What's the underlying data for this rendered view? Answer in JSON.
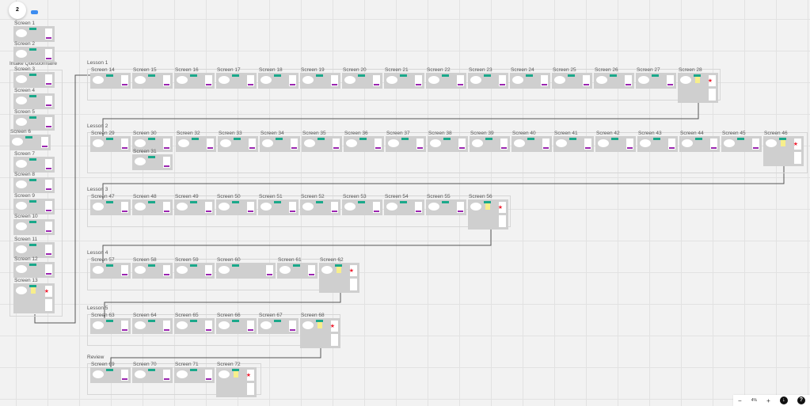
{
  "board": {
    "presence_count": "2",
    "left_column": {
      "group_label": "Intake Questionnaire",
      "screens": [
        "Screen 1",
        "Screen 2",
        "Screen 3",
        "Screen 4",
        "Screen 5",
        "Screen 6",
        "Screen 7",
        "Screen 8",
        "Screen 9",
        "Screen 10",
        "Screen 11",
        "Screen 12",
        "Screen 13"
      ]
    },
    "lessons": [
      {
        "label": "Lesson 1",
        "screens": [
          "Screen 14",
          "Screen 15",
          "Screen 16",
          "Screen 17",
          "Screen 18",
          "Screen 19",
          "Screen 20",
          "Screen 21",
          "Screen 22",
          "Screen 23",
          "Screen 24",
          "Screen 25",
          "Screen 26",
          "Screen 27",
          "Screen 28"
        ]
      },
      {
        "label": "Lesson 2",
        "screens": [
          "Screen 29",
          "Screen 30",
          "Screen 32",
          "Screen 33",
          "Screen 34",
          "Screen 35",
          "Screen 36",
          "Screen 37",
          "Screen 38",
          "Screen 39",
          "Screen 40",
          "Screen 41",
          "Screen 42",
          "Screen 43",
          "Screen 44",
          "Screen 45",
          "Screen 46"
        ],
        "extra": "Screen 31"
      },
      {
        "label": "Lesson 3",
        "screens": [
          "Screen 47",
          "Screen 48",
          "Screen 49",
          "Screen 50",
          "Screen 51",
          "Screen 52",
          "Screen 53",
          "Screen 54",
          "Screen 55",
          "Screen 56"
        ]
      },
      {
        "label": "Lesson 4",
        "screens": [
          "Screen 57",
          "Screen 58",
          "Screen 59",
          "Screen 60",
          "Screen 61",
          "Screen 62"
        ]
      },
      {
        "label": "Lesson 5",
        "screens": [
          "Screen 63",
          "Screen 64",
          "Screen 65",
          "Screen 66",
          "Screen 67",
          "Screen 68"
        ]
      },
      {
        "label": "Review",
        "screens": [
          "Screen 69",
          "Screen 70",
          "Screen 71",
          "Screen 72"
        ]
      }
    ]
  },
  "zoom_controls": {
    "zoom_out": "−",
    "zoom_level": "4%",
    "zoom_in": "+",
    "export_icon": "download-icon",
    "help": "?"
  },
  "colors": {
    "tag": "#1aa88a",
    "accent": "#9b27b0",
    "presence": "#3c8cf0"
  }
}
